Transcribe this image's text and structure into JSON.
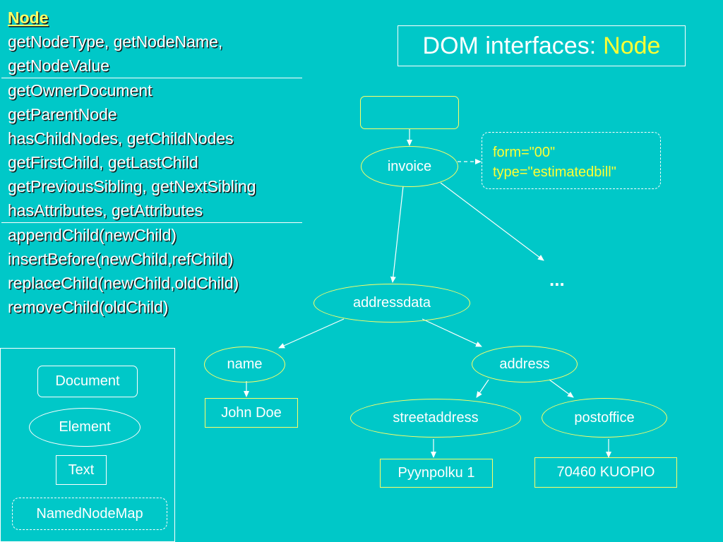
{
  "title": {
    "prefix": "DOM interfaces:",
    "highlight": "Node"
  },
  "method_list": {
    "heading": "Node",
    "group1": [
      "getNodeType, getNodeName,",
      "getNodeValue"
    ],
    "group2": [
      "getOwnerDocument",
      "getParentNode",
      "hasChildNodes, getChildNodes",
      "getFirstChild, getLastChild",
      "getPreviousSibling, getNextSibling",
      "hasAttributes, getAttributes"
    ],
    "group3": [
      "appendChild(newChild)",
      "insertBefore(newChild,refChild)",
      "replaceChild(newChild,oldChild)",
      "removeChild(oldChild)"
    ]
  },
  "tree": {
    "root_document_label": "",
    "invoice": "invoice",
    "attributes": [
      "form=\"00\"",
      "type=\"estimatedbill\""
    ],
    "ellipsis": "...",
    "addressdata": "addressdata",
    "name": "name",
    "name_text": "John Doe",
    "address": "address",
    "streetaddress": "streetaddress",
    "streetaddress_text": "Pyynpolku 1",
    "postoffice": "postoffice",
    "postoffice_text": "70460 KUOPIO"
  },
  "legend": {
    "document": "Document",
    "element": "Element",
    "text": "Text",
    "named_node_map": "NamedNodeMap"
  },
  "colors": {
    "background": "#00c8c8",
    "node_border": "#ffff66",
    "highlight_text": "#ffff33",
    "line": "#ffffff"
  }
}
